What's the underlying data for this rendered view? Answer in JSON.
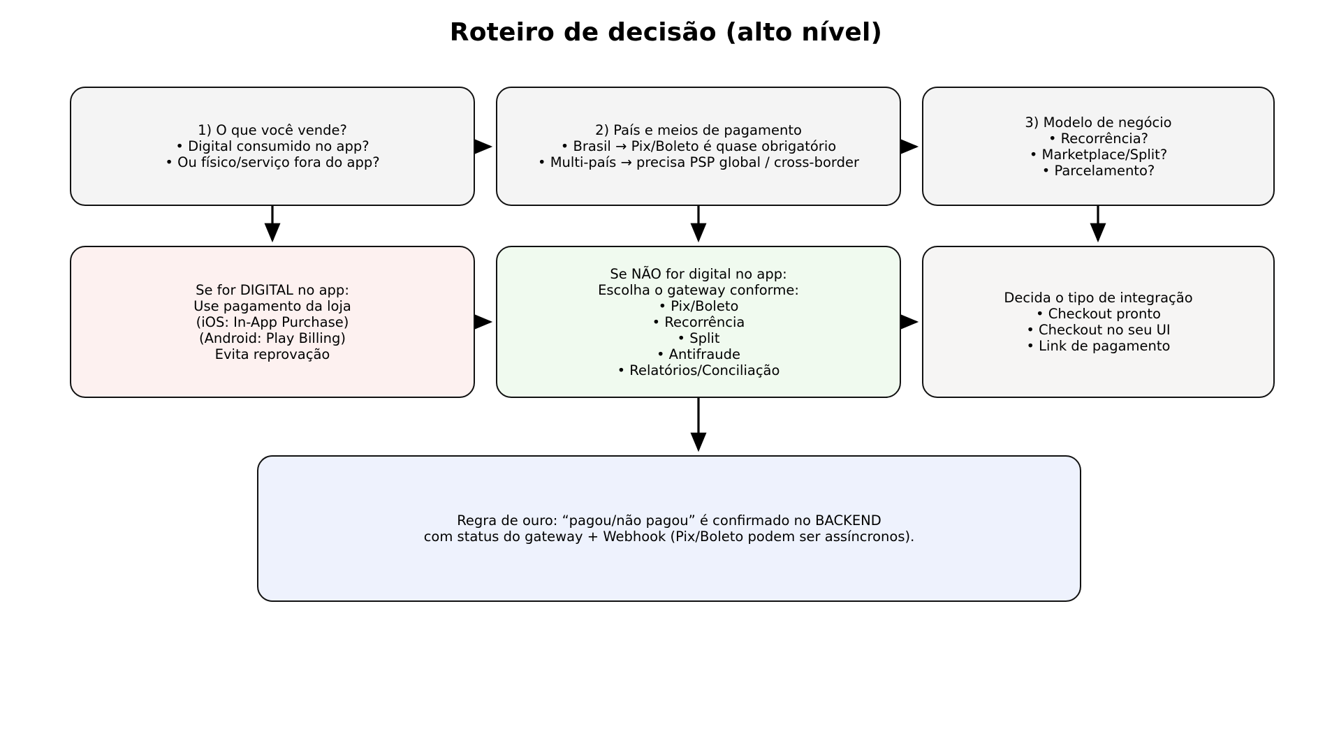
{
  "title": "Roteiro de decisão (alto nível)",
  "diagram": {
    "type": "flowchart",
    "nodes": [
      {
        "id": "sell",
        "name": "node-sell",
        "text": "1) O que você vende?\n• Digital consumido no app?\n• Ou físico/serviço fora do app?",
        "fill": "#f4f4f4",
        "stroke": "#111111"
      },
      {
        "id": "country",
        "name": "node-country",
        "text": "2) País e meios de pagamento\n• Brasil → Pix/Boleto é quase obrigatório\n• Multi-país → precisa PSP global / cross-border",
        "fill": "#f4f4f4",
        "stroke": "#111111"
      },
      {
        "id": "business",
        "name": "node-business",
        "text": "3) Modelo de negócio\n• Recorrência?\n• Marketplace/Split?\n• Parcelamento?",
        "fill": "#f4f4f4",
        "stroke": "#111111"
      },
      {
        "id": "digital",
        "name": "node-digital",
        "text": "Se for DIGITAL no app:\nUse pagamento da loja\n(iOS: In-App Purchase)\n(Android: Play Billing)\nEvita reprovação",
        "fill": "#fdf1f0",
        "stroke": "#111111"
      },
      {
        "id": "gateway",
        "name": "node-gateway",
        "text": "Se NÃO for digital no app:\nEscolha o gateway conforme:\n• Pix/Boleto\n• Recorrência\n• Split\n• Antifraude\n• Relatórios/Conciliação",
        "fill": "#f0faef",
        "stroke": "#111111"
      },
      {
        "id": "integration",
        "name": "node-integration",
        "text": "Decida o tipo de integração\n• Checkout pronto\n• Checkout no seu UI\n• Link de pagamento",
        "fill": "#f6f5f4",
        "stroke": "#111111"
      },
      {
        "id": "rule",
        "name": "node-rule",
        "text": "Regra de ouro: “pagou/não pagou” é confirmado no BACKEND\ncom status do gateway + Webhook (Pix/Boleto podem ser assíncronos).",
        "fill": "#eef2fd",
        "stroke": "#111111"
      }
    ],
    "edges": [
      {
        "from": "sell",
        "to": "country",
        "direction": "right"
      },
      {
        "from": "country",
        "to": "business",
        "direction": "right"
      },
      {
        "from": "sell",
        "to": "digital",
        "direction": "down"
      },
      {
        "from": "country",
        "to": "gateway",
        "direction": "down"
      },
      {
        "from": "business",
        "to": "integration",
        "direction": "down"
      },
      {
        "from": "digital",
        "to": "gateway",
        "direction": "right"
      },
      {
        "from": "gateway",
        "to": "integration",
        "direction": "right"
      },
      {
        "from": "gateway",
        "to": "rule",
        "direction": "down"
      }
    ],
    "edge_color": "#000000"
  }
}
